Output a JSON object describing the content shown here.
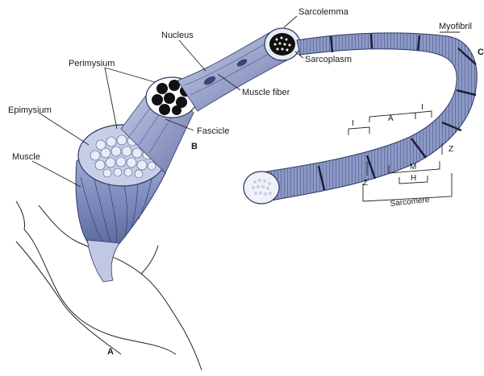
{
  "labels": {
    "sarcolemma": "Sarcolemma",
    "myofibril": "Myofibril",
    "nucleus": "Nucleus",
    "sarcoplasm": "Sarcoplasm",
    "perimysium": "Perimysium",
    "muscle_fiber": "Muscle fiber",
    "epimysium": "Epimysium",
    "fascicle": "Fascicle",
    "muscle": "Muscle",
    "panel_a": "A",
    "panel_b": "B",
    "panel_c": "C",
    "band_i_left": "I",
    "band_a": "A",
    "band_i_right": "I",
    "z_left": "Z",
    "z_right": "Z",
    "m_line": "M",
    "h_zone": "H",
    "sarcomere": "Sarcomere"
  },
  "colors": {
    "muscle_blue": "#8f9ec8",
    "muscle_dark": "#4a5586",
    "fascicle_black": "#111111",
    "line": "#222222"
  }
}
